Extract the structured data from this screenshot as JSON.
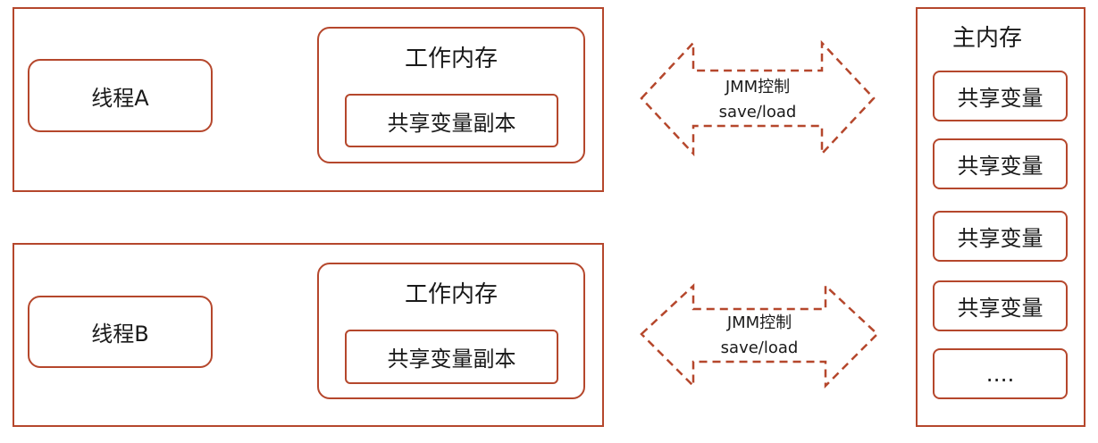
{
  "thread_a": {
    "label": "线程A",
    "work_memory_title": "工作内存",
    "copy_label": "共享变量副本"
  },
  "thread_b": {
    "label": "线程B",
    "work_memory_title": "工作内存",
    "copy_label": "共享变量副本"
  },
  "jmm_top": {
    "line1": "JMM控制",
    "line2": "save/load"
  },
  "jmm_bottom": {
    "line1": "JMM控制",
    "line2": "save/load"
  },
  "main_memory": {
    "title": "主内存",
    "items": [
      "共享变量",
      "共享变量",
      "共享变量",
      "共享变量",
      "…."
    ]
  },
  "colors": {
    "border": "#b5472c",
    "arrow": "#555555"
  }
}
